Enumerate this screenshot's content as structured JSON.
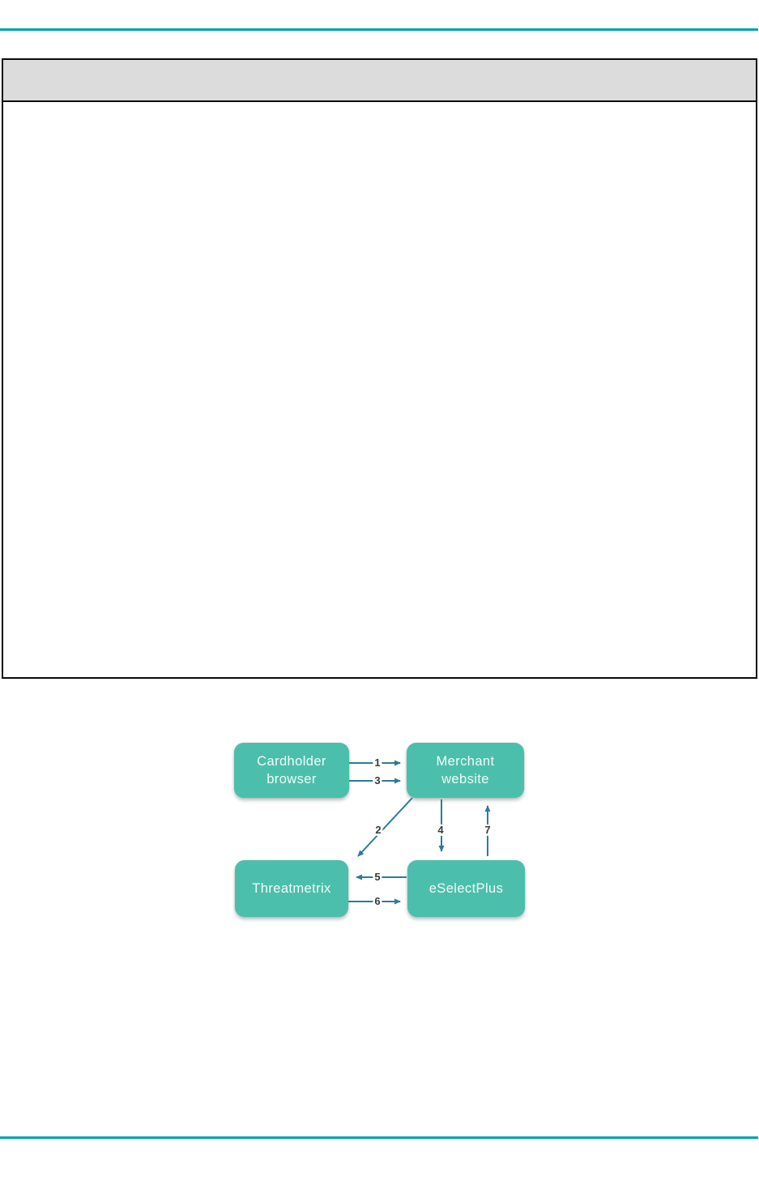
{
  "page": {
    "background": "#ffffff",
    "rule_color": "#00a2b3"
  },
  "callout_box": {
    "header_label": "",
    "body_text": "",
    "header_bg": "#dcdcdc",
    "border_color": "#0b0b0b"
  },
  "diagram": {
    "node_fill": "#4bbfac",
    "node_text_color": "#f3fbf9",
    "arrow_color": "#2b7c99",
    "number_color": "#3a3a3a",
    "nodes": [
      {
        "id": "cardholder-browser",
        "label": "Cardholder\nbrowser"
      },
      {
        "id": "merchant-website",
        "label": "Merchant\nwebsite"
      },
      {
        "id": "threatmetrix",
        "label": "Threatmetrix"
      },
      {
        "id": "eselectplus",
        "label": "eSelectPlus"
      }
    ],
    "edges": [
      {
        "number": "1",
        "from": "Cardholder browser",
        "to": "Merchant website",
        "direction": "right"
      },
      {
        "number": "2",
        "from": "Merchant website",
        "to": "Threatmetrix",
        "direction": "diagonal-down-left"
      },
      {
        "number": "3",
        "from": "Cardholder browser",
        "to": "Merchant website",
        "direction": "right"
      },
      {
        "number": "4",
        "from": "Merchant website",
        "to": "eSelectPlus",
        "direction": "down"
      },
      {
        "number": "5",
        "from": "eSelectPlus",
        "to": "Threatmetrix",
        "direction": "left"
      },
      {
        "number": "6",
        "from": "Threatmetrix",
        "to": "eSelectPlus",
        "direction": "right"
      },
      {
        "number": "7",
        "from": "eSelectPlus",
        "to": "Merchant website",
        "direction": "up"
      }
    ]
  }
}
